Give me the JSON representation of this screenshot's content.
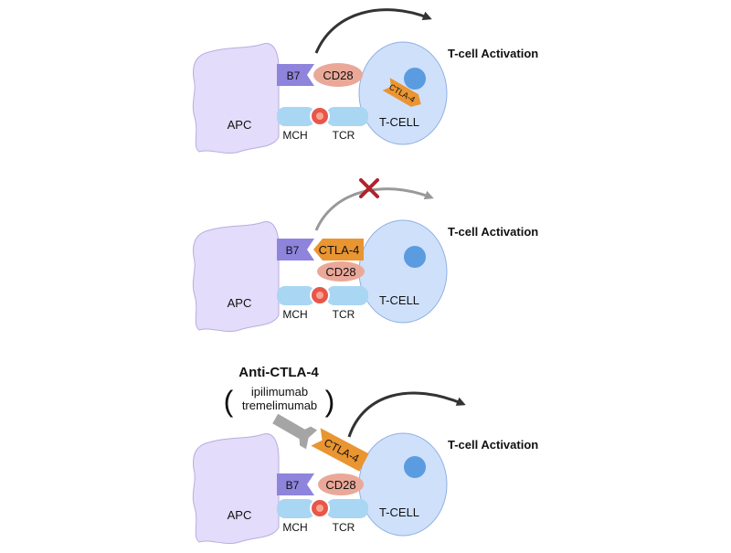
{
  "colors": {
    "apc_fill": "#e3dcfa",
    "apc_stroke": "#b8aee0",
    "tcell_fill": "#cfe0fb",
    "tcell_stroke": "#8fb0e2",
    "nucleus": "#5b9be0",
    "b7": "#8e84dc",
    "cd28": "#eaa899",
    "ctla4": "#e99532",
    "mhc_tcr": "#a9d6f3",
    "antigen": "#e8564a",
    "arrow_active": "#333333",
    "arrow_blocked": "#999999",
    "blocked_x": "#b0232b",
    "antibody": "#a5a5a5"
  },
  "panels": [
    {
      "apc_label": "APC",
      "tcell_label": "T-CELL",
      "b7_label": "B7",
      "cd28_label": "CD28",
      "ctla4_label": "CTLA-4",
      "mhc_label": "MCH",
      "tcr_label": "TCR",
      "outcome_label": "T-cell Activation",
      "outcome_state": "active"
    },
    {
      "apc_label": "APC",
      "tcell_label": "T-CELL",
      "b7_label": "B7",
      "cd28_label": "CD28",
      "ctla4_label": "CTLA-4",
      "mhc_label": "MCH",
      "tcr_label": "TCR",
      "outcome_label": "T-cell Activation",
      "outcome_state": "blocked"
    },
    {
      "apc_label": "APC",
      "tcell_label": "T-CELL",
      "b7_label": "B7",
      "cd28_label": "CD28",
      "ctla4_label": "CTLA-4",
      "mhc_label": "MCH",
      "tcr_label": "TCR",
      "outcome_label": "T-cell Activation",
      "outcome_state": "active"
    }
  ],
  "drug": {
    "title": "Anti-CTLA-4",
    "open_paren": "(",
    "close_paren": ")",
    "names": [
      "ipilimumab",
      "tremelimumab"
    ]
  }
}
